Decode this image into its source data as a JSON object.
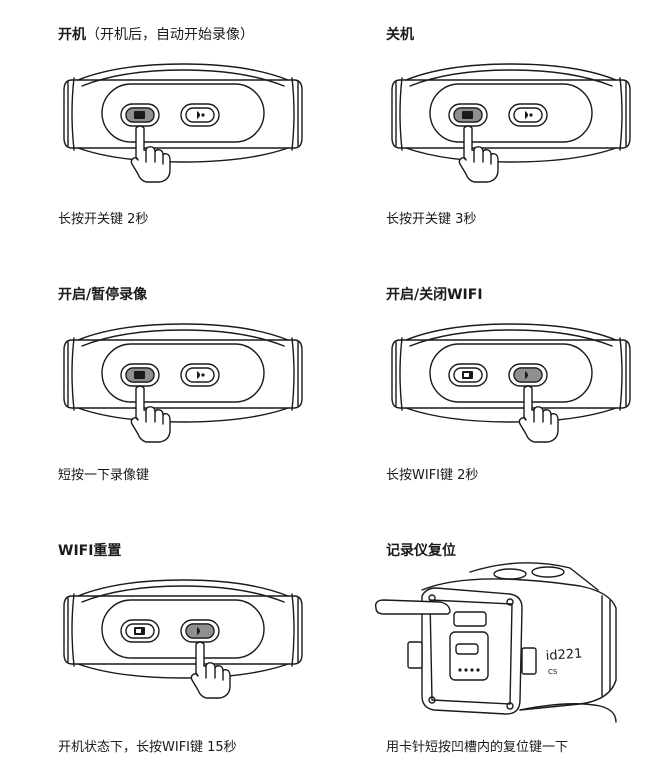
{
  "sections": [
    {
      "title": "开机",
      "subtitle": "（开机后，自动开始录像）",
      "caption": "长按开关键 2秒",
      "pressed": "power"
    },
    {
      "title": "关机",
      "subtitle": "",
      "caption": "长按开关键 3秒",
      "pressed": "power"
    },
    {
      "title": "开启/暂停录像",
      "subtitle": "",
      "caption": "短按一下录像键",
      "pressed": "power"
    },
    {
      "title": "开启/关闭WIFI",
      "subtitle": "",
      "caption": "长按WIFI键 2秒",
      "pressed": "wifi"
    },
    {
      "title": "WIFI重置",
      "subtitle": "",
      "caption": "开机状态下，长按WIFI键 15秒",
      "pressed": "wifi"
    },
    {
      "title": "记录仪复位",
      "subtitle": "",
      "caption": "用卡针短按凹槽内的复位键一下"
    }
  ],
  "device_label": {
    "model": "id221",
    "sub": "CS"
  },
  "icons": [
    "power-record-button-icon",
    "wifi-button-icon",
    "pointing-hand-icon",
    "reset-pin-icon"
  ]
}
